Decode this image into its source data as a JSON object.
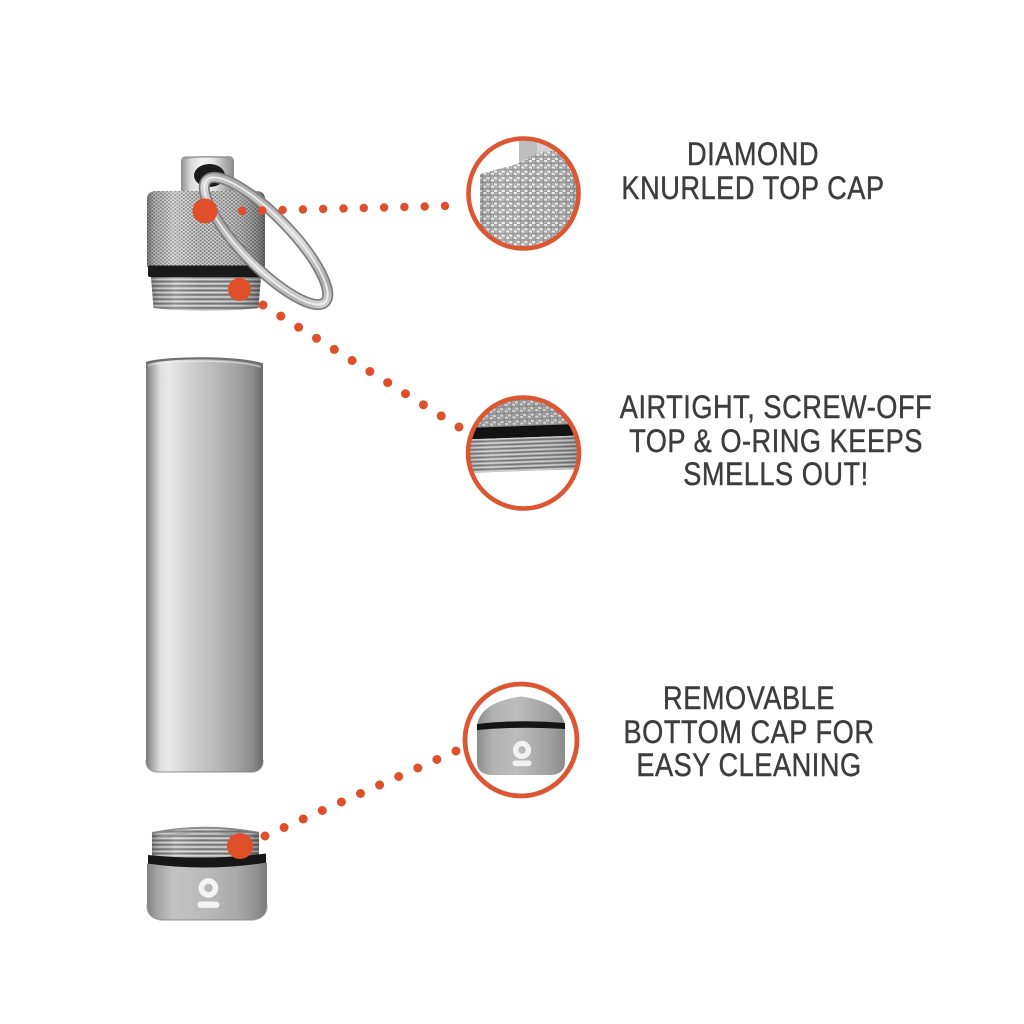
{
  "background": "#ffffff",
  "accent_color": "#e04e2a",
  "text_color": "#3d3d3d",
  "product": {
    "name": "keychain stash container",
    "parts": {
      "top_cap": "knurled top cap with keyring",
      "body": "aluminum tube body",
      "bottom_cap": "bottom cap with o-ring and logo"
    },
    "logo": "ring-over-bar brand mark"
  },
  "callouts": [
    {
      "id": "top-cap",
      "lines": [
        "DIAMOND",
        "KNURLED TOP CAP"
      ]
    },
    {
      "id": "o-ring",
      "lines": [
        "AIRTIGHT, SCREW-OFF",
        "TOP & O-RING KEEPS",
        "SMELLS OUT!"
      ]
    },
    {
      "id": "bottom-cap",
      "lines": [
        "REMOVABLE",
        "BOTTOM CAP FOR",
        "EASY CLEANING"
      ]
    }
  ]
}
